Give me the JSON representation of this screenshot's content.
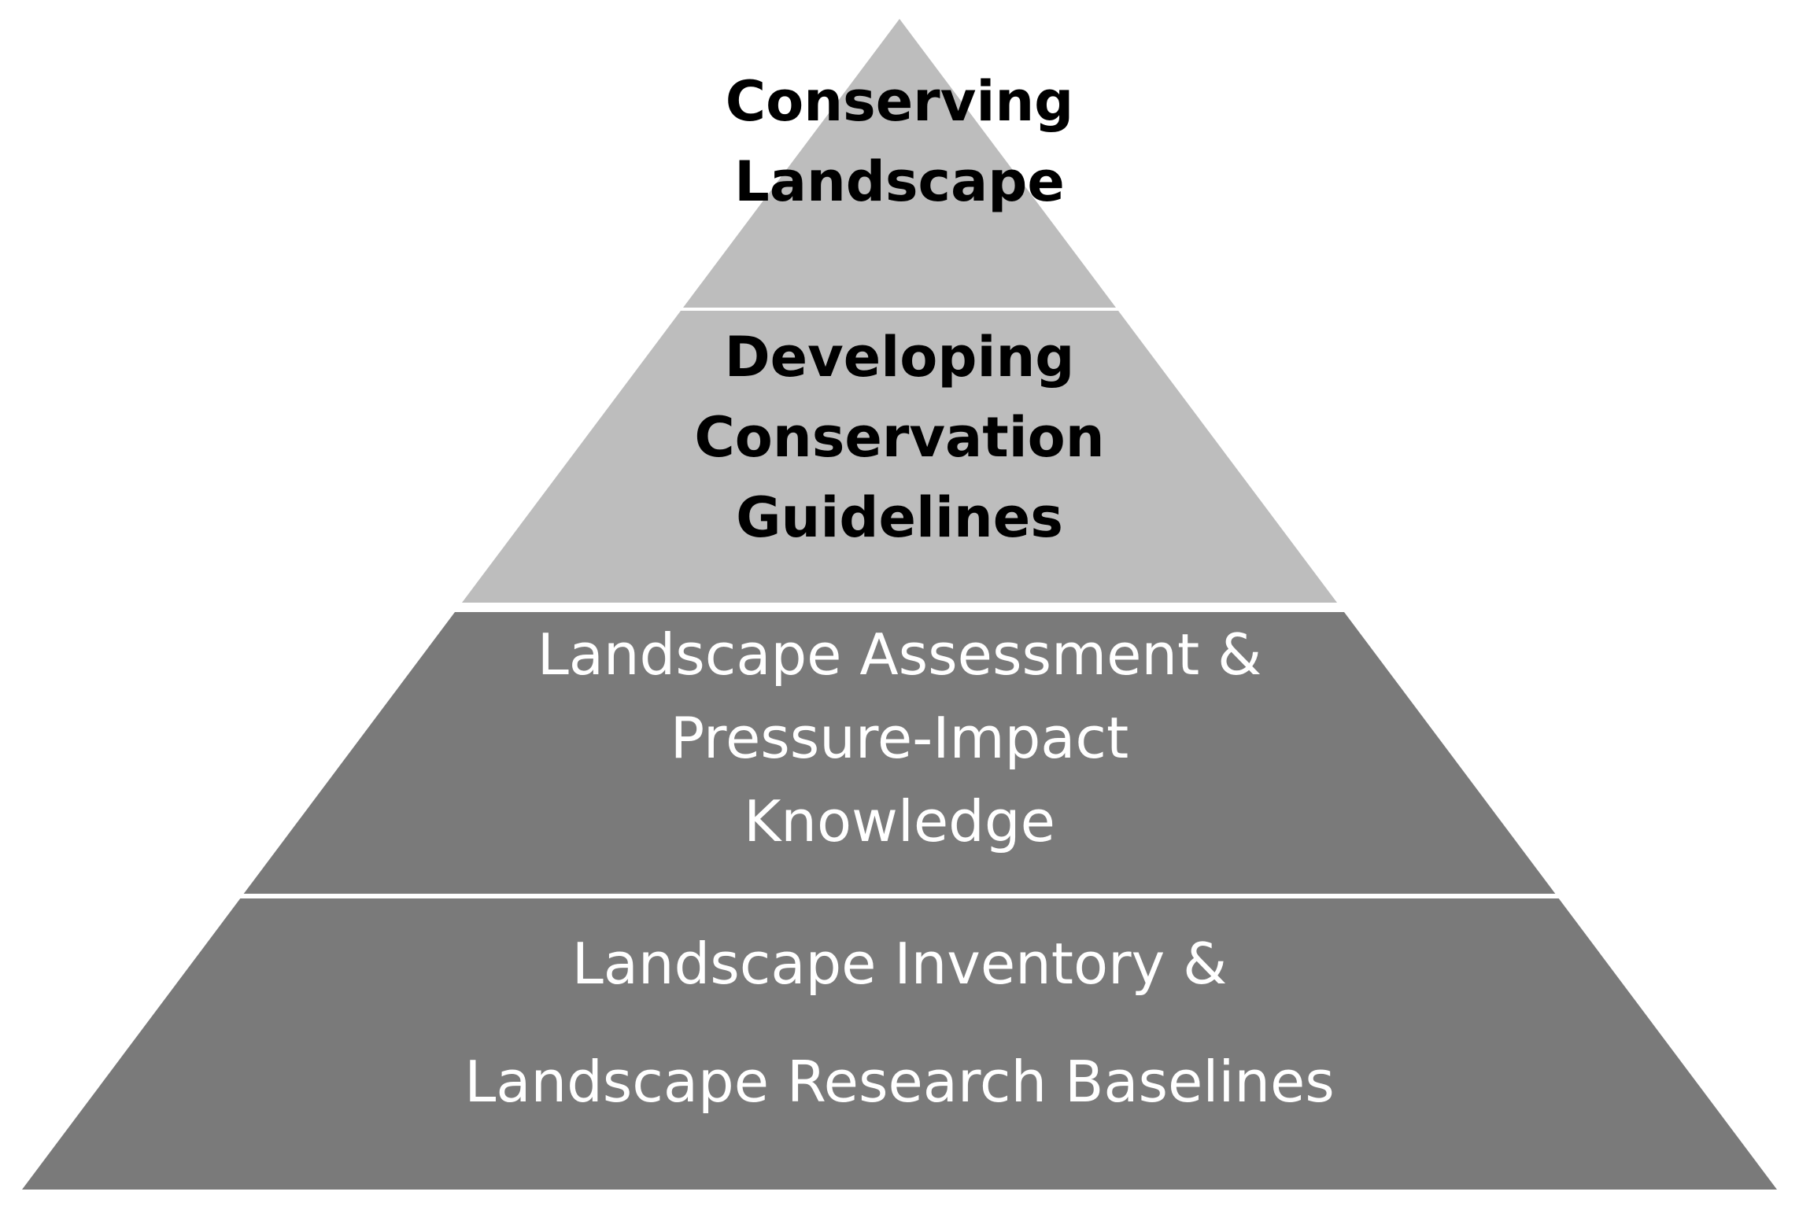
{
  "diagram": {
    "type": "pyramid",
    "colors": {
      "background": "#ffffff",
      "separator": "#ffffff",
      "dark_text": "#000000",
      "light_text": "#ffffff"
    },
    "tiers": [
      {
        "id": "conserving-landscape",
        "lines": [
          "Conserving",
          "Landscape"
        ],
        "fill": "#bdbdbd",
        "text_color": "#000000",
        "bold": true
      },
      {
        "id": "developing-conservation-guidelines",
        "lines": [
          "Developing",
          "Conservation",
          "Guidelines"
        ],
        "fill": "#bdbdbd",
        "text_color": "#000000",
        "bold": true
      },
      {
        "id": "landscape-assessment",
        "lines": [
          "Landscape Assessment &",
          "Pressure-Impact",
          "Knowledge"
        ],
        "fill": "#7a7a7a",
        "text_color": "#ffffff",
        "bold": false
      },
      {
        "id": "landscape-inventory",
        "lines": [
          "Landscape Inventory &",
          "Landscape Research Baselines"
        ],
        "fill": "#7a7a7a",
        "text_color": "#ffffff",
        "bold": false
      }
    ]
  }
}
